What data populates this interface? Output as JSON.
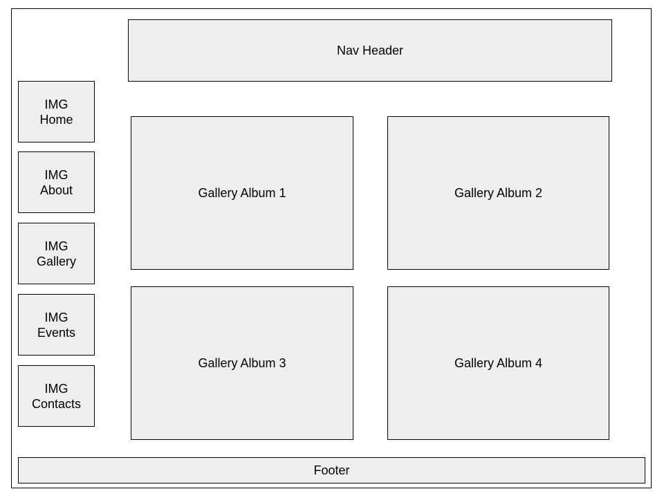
{
  "header": {
    "label": "Nav Header"
  },
  "sidebar": {
    "items": [
      {
        "line1": "IMG",
        "line2": "Home"
      },
      {
        "line1": "IMG",
        "line2": "About"
      },
      {
        "line1": "IMG",
        "line2": "Gallery"
      },
      {
        "line1": "IMG",
        "line2": "Events"
      },
      {
        "line1": "IMG",
        "line2": "Contacts"
      }
    ]
  },
  "albums": [
    {
      "label": "Gallery Album 1"
    },
    {
      "label": "Gallery Album 2"
    },
    {
      "label": "Gallery Album 3"
    },
    {
      "label": "Gallery Album 4"
    }
  ],
  "footer": {
    "label": "Footer"
  },
  "colors": {
    "box_fill": "#eeeeee",
    "border": "#000000",
    "background": "#ffffff"
  }
}
